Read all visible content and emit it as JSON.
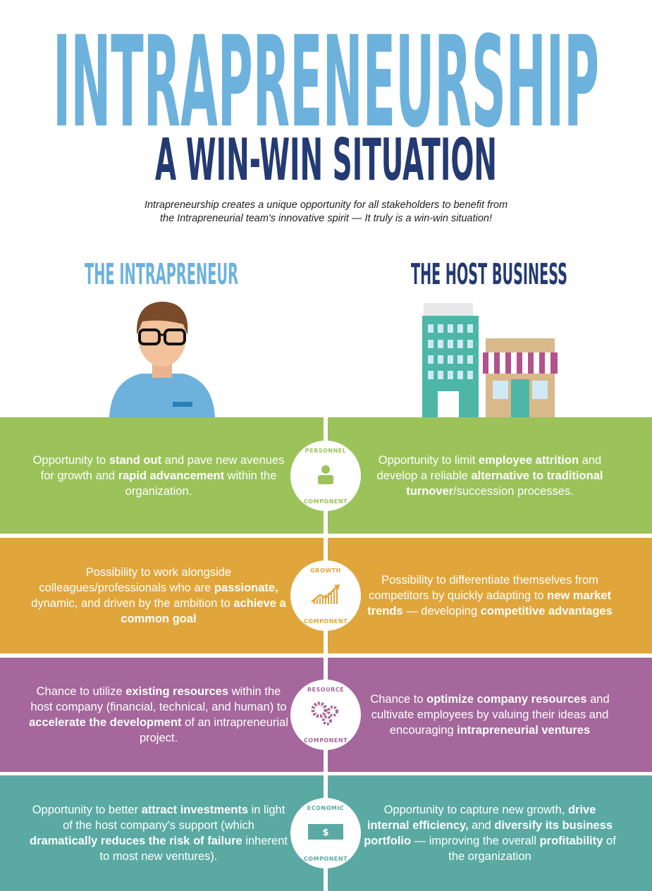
{
  "title": "INTRAPRENEURSHIP",
  "subtitle": "A WIN-WIN SITUATION",
  "intro_line1": "Intrapreneurship creates a unique opportunity for all stakeholders to benefit from",
  "intro_line2": "the Intrapreneurial team's innovative spirit — It truly is a win-win situation!",
  "left_heading": "THE INTRAPRENEUR",
  "right_heading": "THE HOST BUSINESS",
  "colors": {
    "title": "#6cb2dc",
    "navy": "#243a72"
  },
  "rows": [
    {
      "badge_top": "PERSONNEL",
      "badge_bottom": "COMPONENT",
      "icon": "person-icon",
      "color": "#9bc35a",
      "left": [
        {
          "t": "Opportunity to "
        },
        {
          "t": "stand out",
          "b": true
        },
        {
          "t": " and pave new avenues for growth and "
        },
        {
          "t": "rapid advancement",
          "b": true
        },
        {
          "t": " within the organization."
        }
      ],
      "right": [
        {
          "t": "Opportunity to limit "
        },
        {
          "t": "employee attrition",
          "b": true
        },
        {
          "t": " and develop a reliable "
        },
        {
          "t": "alternative to traditional turnover",
          "b": true
        },
        {
          "t": "/succession processes."
        }
      ]
    },
    {
      "badge_top": "GROWTH",
      "badge_bottom": "COMPONENT",
      "icon": "growth-chart-icon",
      "color": "#e0a63c",
      "left": [
        {
          "t": "Possibility to work alongside colleagues/professionals who are "
        },
        {
          "t": "passionate,",
          "b": true
        },
        {
          "t": " dynamic, and driven by the ambition to "
        },
        {
          "t": "achieve a common goal",
          "b": true
        }
      ],
      "right": [
        {
          "t": "Possibility to differentiate themselves from competitors by quickly adapting to "
        },
        {
          "t": "new market trends",
          "b": true
        },
        {
          "t": " — developing "
        },
        {
          "t": "competitive advantages",
          "b": true
        }
      ]
    },
    {
      "badge_top": "RESOURCE",
      "badge_bottom": "COMPONENT",
      "icon": "gears-icon",
      "color": "#a5679c",
      "left": [
        {
          "t": "Chance to utilize "
        },
        {
          "t": "existing resources",
          "b": true
        },
        {
          "t": " within the host company (financial, technical, and human) to "
        },
        {
          "t": "accelerate the development",
          "b": true
        },
        {
          "t": " of an intrapreneurial project."
        }
      ],
      "right": [
        {
          "t": "Chance to "
        },
        {
          "t": "optimize company resources",
          "b": true
        },
        {
          "t": " and cultivate employees by valuing their ideas and encouraging "
        },
        {
          "t": "intrapreneurial ventures",
          "b": true
        }
      ]
    },
    {
      "badge_top": "ECONOMIC",
      "badge_bottom": "COMPONENT",
      "icon": "dollar-bill-icon",
      "color": "#5aaaa3",
      "left": [
        {
          "t": "Opportunity to better "
        },
        {
          "t": "attract investments",
          "b": true
        },
        {
          "t": " in light of the host company's support (which "
        },
        {
          "t": "dramatically reduces the risk of failure",
          "b": true
        },
        {
          "t": " inherent to most new ventures)."
        }
      ],
      "right": [
        {
          "t": "Opportunity to capture new growth, "
        },
        {
          "t": "drive internal efficiency,",
          "b": true
        },
        {
          "t": " and "
        },
        {
          "t": "diversify its business portfolio",
          "b": true
        },
        {
          "t": " — improving the overall "
        },
        {
          "t": "profitability",
          "b": true
        },
        {
          "t": " of the organization"
        }
      ]
    }
  ]
}
